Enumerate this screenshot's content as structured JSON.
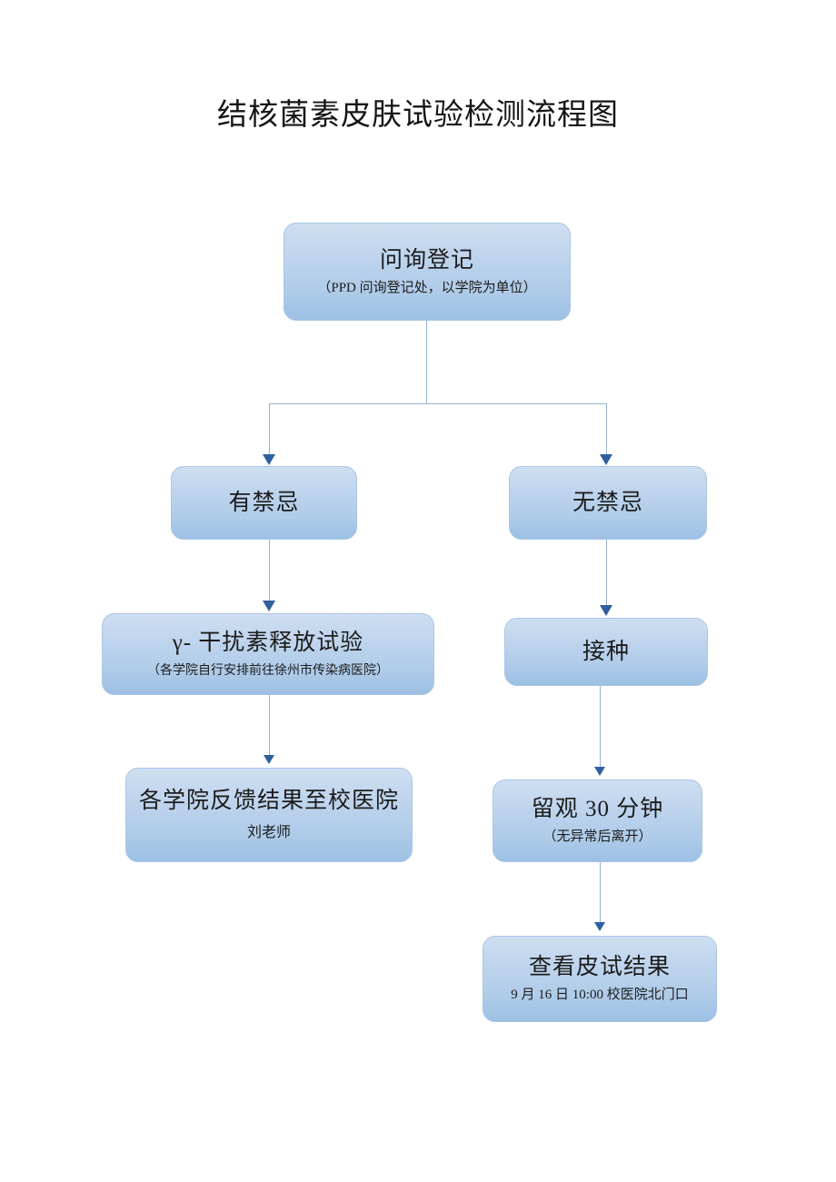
{
  "title": "结核菌素皮肤试验检测流程图",
  "colors": {
    "node_fill_top": "#cfdff1",
    "node_fill_bottom": "#9cc0e4",
    "node_border": "#a8c6e6",
    "connector_line": "#97b3d6",
    "arrow_head": "#2f5f9e",
    "text": "#1c1c1c",
    "background": "#ffffff"
  },
  "flowchart": {
    "type": "flowchart",
    "orientation": "top-down",
    "nodes": [
      {
        "id": "register",
        "main": "问询登记",
        "sub": "（PPD 问询登记处，以学院为单位）"
      },
      {
        "id": "contraindication",
        "main": "有禁忌",
        "sub": ""
      },
      {
        "id": "no-contraindication",
        "main": "无禁忌",
        "sub": ""
      },
      {
        "id": "igra",
        "main": "γ- 干扰素释放试验",
        "sub": "（各学院自行安排前往徐州市传染病医院）"
      },
      {
        "id": "feedback",
        "main": "各学院反馈结果至校医院",
        "sub": "刘老师"
      },
      {
        "id": "vaccinate",
        "main": "接种",
        "sub": ""
      },
      {
        "id": "observe",
        "main": "留观 30 分钟",
        "sub": "（无异常后离开）"
      },
      {
        "id": "result",
        "main": "查看皮试结果",
        "sub": "9 月 16 日 10:00 校医院北门口"
      }
    ],
    "edges": [
      {
        "from": "register",
        "to": "contraindication",
        "label": ""
      },
      {
        "from": "register",
        "to": "no-contraindication",
        "label": ""
      },
      {
        "from": "contraindication",
        "to": "igra",
        "label": ""
      },
      {
        "from": "igra",
        "to": "feedback",
        "label": ""
      },
      {
        "from": "no-contraindication",
        "to": "vaccinate",
        "label": ""
      },
      {
        "from": "vaccinate",
        "to": "observe",
        "label": ""
      },
      {
        "from": "observe",
        "to": "result",
        "label": ""
      }
    ]
  }
}
